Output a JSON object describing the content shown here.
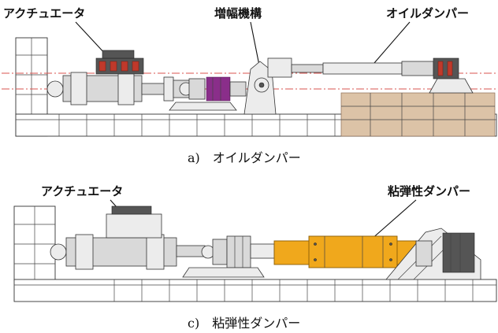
{
  "panel_a": {
    "label_actuator": "アクチュエータ",
    "label_amplifier": "増幅機構",
    "label_damper": "オイルダンパー",
    "caption": "a)　オイルダンパー"
  },
  "panel_c": {
    "label_actuator": "アクチュエータ",
    "label_damper": "粘弾性ダンパー",
    "caption": "c)　粘弾性ダンパー"
  },
  "colors": {
    "viscoelastic_damper": "#f0a81c",
    "reaction_block": "#dcc3a7",
    "center_line": "#d9534f",
    "purple_coupler": "#8a2e8a",
    "red_valves": "#c0392b"
  }
}
